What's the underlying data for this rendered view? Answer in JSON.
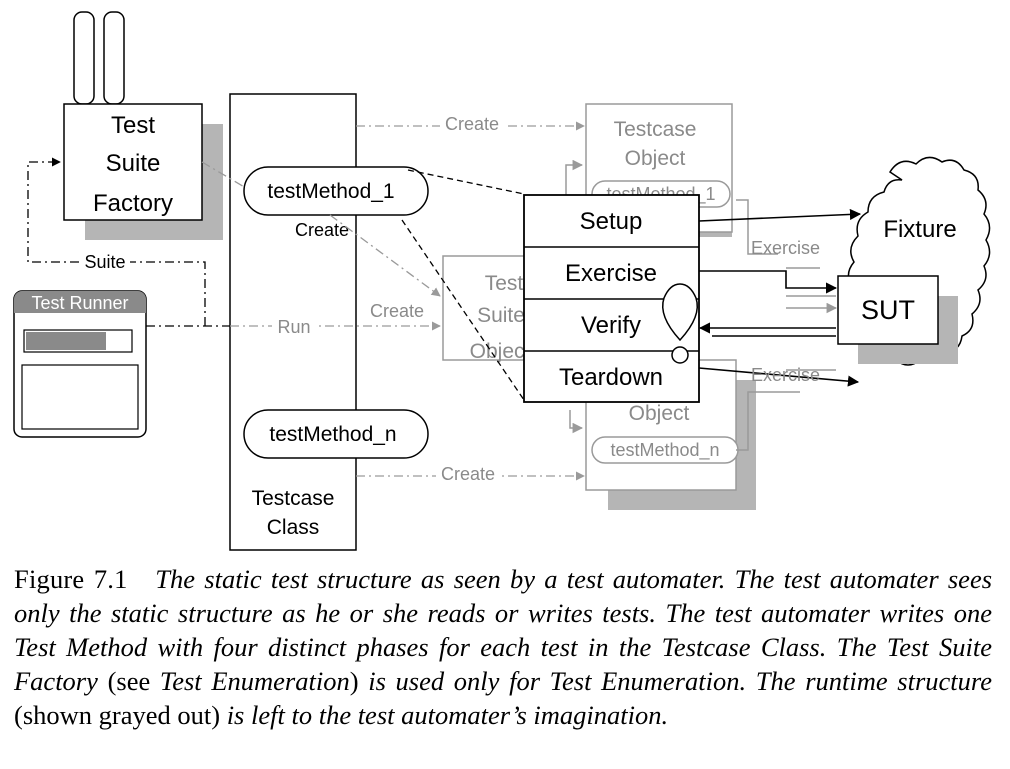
{
  "factory": {
    "label_lines": [
      "Test",
      "Suite",
      "Factory"
    ]
  },
  "runner": {
    "title": "Test Runner"
  },
  "testcase_class": {
    "label_lines": [
      "Testcase",
      "Class"
    ]
  },
  "methods": {
    "method_1": "testMethod_1",
    "method_n": "testMethod_n"
  },
  "connector_labels": {
    "suite": "Suite",
    "run": "Run",
    "create_top": "Create",
    "create_under_method": "Create",
    "create_middle": "Create",
    "create_bottom": "Create",
    "exercise_top": "Exercise",
    "exercise_bottom": "Exercise"
  },
  "runtime": {
    "top_object_lines": [
      "Testcase",
      "Object"
    ],
    "top_object_method": "testMethod_1",
    "suite_object_lines": [
      "Test",
      "Suite",
      "Object"
    ],
    "bottom_object_line": "Object",
    "bottom_object_method": "testMethod_n"
  },
  "phases": [
    "Setup",
    "Exercise",
    "Verify",
    "Teardown"
  ],
  "fixture": {
    "label": "Fixture"
  },
  "sut": {
    "label": "SUT"
  },
  "caption": {
    "figure_label": "Figure 7.1",
    "seg1": "The static test structure as seen by a test automater. The test automater sees only the static structure as he or she reads or writes tests. The test automater writes one Test Method with four distinct phases for each test in the Testcase Class. The Test Suite Factory ",
    "seg2": "(see ",
    "seg3": "Test Enumeration",
    "seg4": ")",
    "seg5": " is used only for Test Enumeration. The runtime structure ",
    "seg6": "(shown grayed out)",
    "seg7": " is left to the test automater’s imagination."
  },
  "colors": {
    "ink": "#000000",
    "gray_line": "#9a9a9a",
    "gray_shadow": "#b5b5b5",
    "gray_text": "#8a8a8a"
  }
}
